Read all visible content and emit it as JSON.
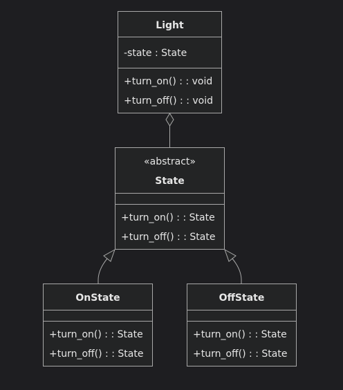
{
  "diagram": {
    "classes": {
      "light": {
        "name": "Light",
        "attributes": [
          "-state : State"
        ],
        "methods": [
          "+turn_on() : : void",
          "+turn_off() : : void"
        ]
      },
      "state": {
        "stereotype": "«abstract»",
        "name": "State",
        "attributes": [],
        "methods": [
          "+turn_on() : : State",
          "+turn_off() : : State"
        ]
      },
      "on_state": {
        "name": "OnState",
        "attributes": [],
        "methods": [
          "+turn_on() : : State",
          "+turn_off() : : State"
        ]
      },
      "off_state": {
        "name": "OffState",
        "attributes": [],
        "methods": [
          "+turn_on() : : State",
          "+turn_off() : : State"
        ]
      }
    },
    "relations": [
      {
        "from": "Light",
        "to": "State",
        "type": "aggregation"
      },
      {
        "from": "OnState",
        "to": "State",
        "type": "inheritance"
      },
      {
        "from": "OffState",
        "to": "State",
        "type": "inheritance"
      }
    ],
    "colors": {
      "background": "#1e1e21",
      "box_fill": "#232425",
      "stroke": "#a9a9a9",
      "text": "#e6e6e6"
    }
  }
}
